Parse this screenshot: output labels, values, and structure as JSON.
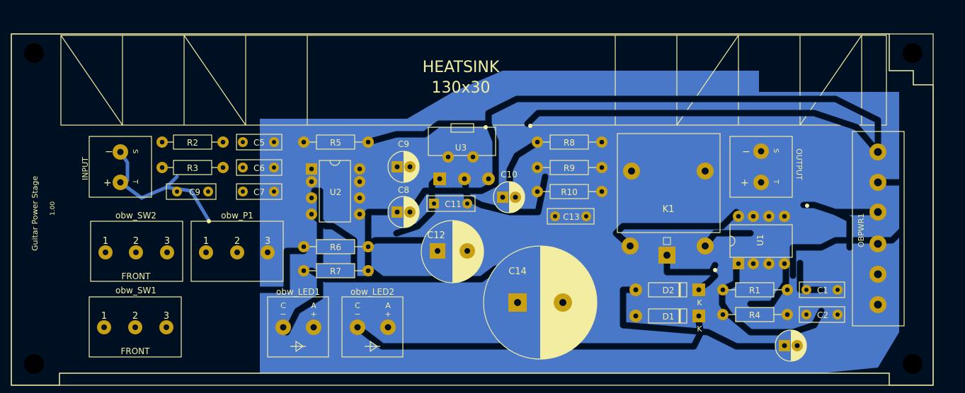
{
  "colors": {
    "background": "#001023",
    "copper": "#4a78c8",
    "silkscreen": "#f2eda1",
    "pad": "#c8a011",
    "hole": "#001023"
  },
  "heatsink": {
    "line1": "HEATSINK",
    "line2": "130x30"
  },
  "board_title": {
    "name": "Guitar Power Stage",
    "version": "1.00"
  },
  "connectors": {
    "input": {
      "label": "INPUT",
      "pin_s": "S",
      "pin_t": "T",
      "minus": "−",
      "plus": "+"
    },
    "output": {
      "label": "OUTPUT",
      "pin_s": "S",
      "pin_t": "T",
      "minus": "−",
      "plus": "+"
    },
    "obpwr": {
      "label": "OBPWR1"
    }
  },
  "switches": {
    "sw2": {
      "name": "obw_SW2",
      "pins": [
        "1",
        "2",
        "3"
      ],
      "sub": "FRONT"
    },
    "p1": {
      "name": "obw_P1",
      "pins": [
        "1",
        "2",
        "3"
      ]
    },
    "sw1": {
      "name": "obw_SW1",
      "pins": [
        "1",
        "2",
        "3"
      ],
      "sub": "FRONT"
    }
  },
  "leds": {
    "led1": {
      "name": "obw_LED1",
      "c": "C",
      "a": "A",
      "minus": "−",
      "plus": "+"
    },
    "led2": {
      "name": "obw_LED2",
      "c": "C",
      "a": "A",
      "minus": "−",
      "plus": "+"
    }
  },
  "resistors": {
    "r2": "R2",
    "r3": "R3",
    "r5": "R5",
    "r6": "R6",
    "r7": "R7",
    "r8": "R8",
    "r9": "R9",
    "r10": "R10",
    "r1": "R1",
    "r4": "R4"
  },
  "capacitors": {
    "c5": "C5",
    "c6": "C6",
    "c7": "C7",
    "c9a": "C9",
    "c9b": "C9",
    "c8": "C8",
    "c10": "C10",
    "c11": "C11",
    "c12": "C12",
    "c13": "C13",
    "c14": "C14",
    "c1": "C1",
    "c2": "C2"
  },
  "ics": {
    "u2": "U2",
    "u3": "U3",
    "u1": "U1"
  },
  "relay": {
    "k1": "K1"
  },
  "diodes": {
    "d1": "D1",
    "d2": "D2",
    "k1": "K",
    "k2": "K"
  }
}
